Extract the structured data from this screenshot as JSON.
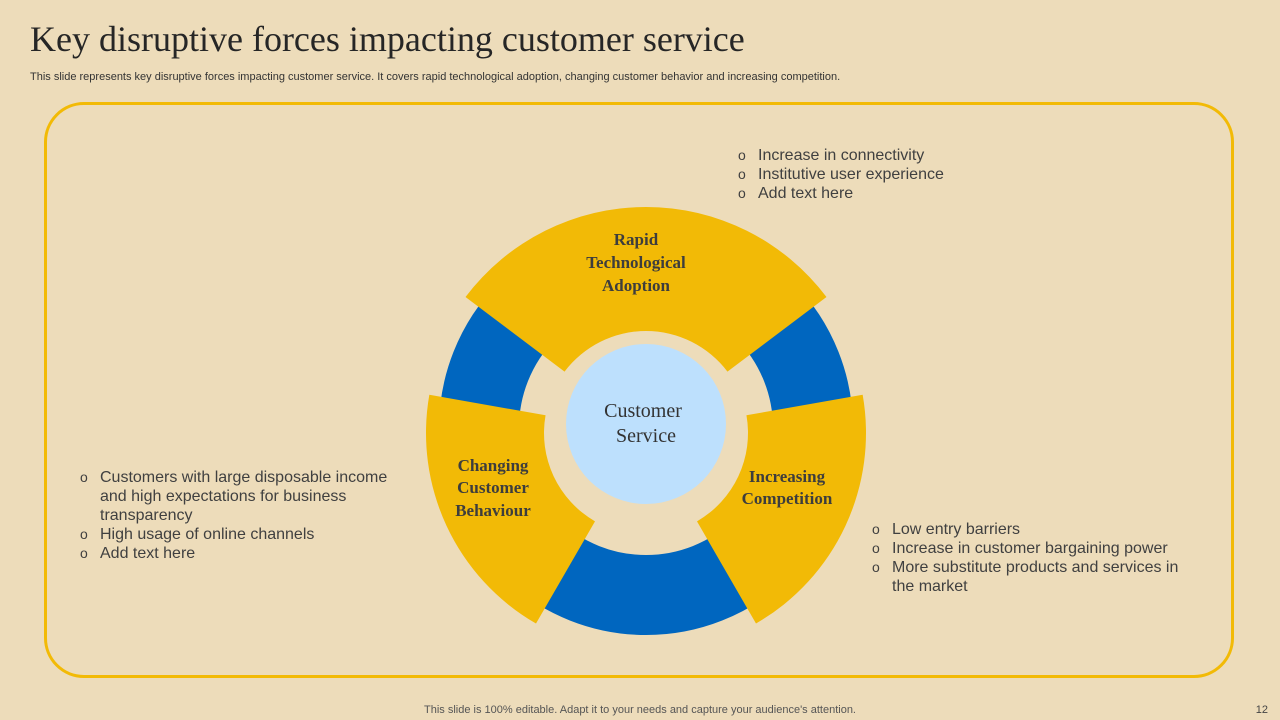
{
  "title": "Key disruptive forces impacting customer service",
  "subtitle": "This slide represents key disruptive forces impacting customer service. It covers rapid technological adoption, changing customer behavior and increasing competition.",
  "center": {
    "line1": "Customer",
    "line2": "Service"
  },
  "segments": [
    {
      "lines": [
        "Rapid",
        "Technological",
        "Adoption"
      ]
    },
    {
      "lines": [
        "Increasing",
        "Competition"
      ]
    },
    {
      "lines": [
        "Changing",
        "Customer",
        "Behaviour"
      ]
    }
  ],
  "notes": {
    "top_right": [
      "Increase  in connectivity",
      "Institutive  user experience",
      "Add text here"
    ],
    "left": [
      "Customers with large disposable income and high expectations for business transparency",
      "High usage of online channels",
      "Add text here"
    ],
    "bottom_right": [
      "Low entry barriers",
      "Increase  in customer bargaining power",
      "More substitute products and services in the market"
    ]
  },
  "colors": {
    "yellow": "#F2BA06",
    "blue": "#0066BF",
    "center": "#BDE0FD",
    "background": "#EDDCBA"
  },
  "footer": "This slide is 100% editable. Adapt it to your needs and capture your audience's attention.",
  "page_number": "12"
}
